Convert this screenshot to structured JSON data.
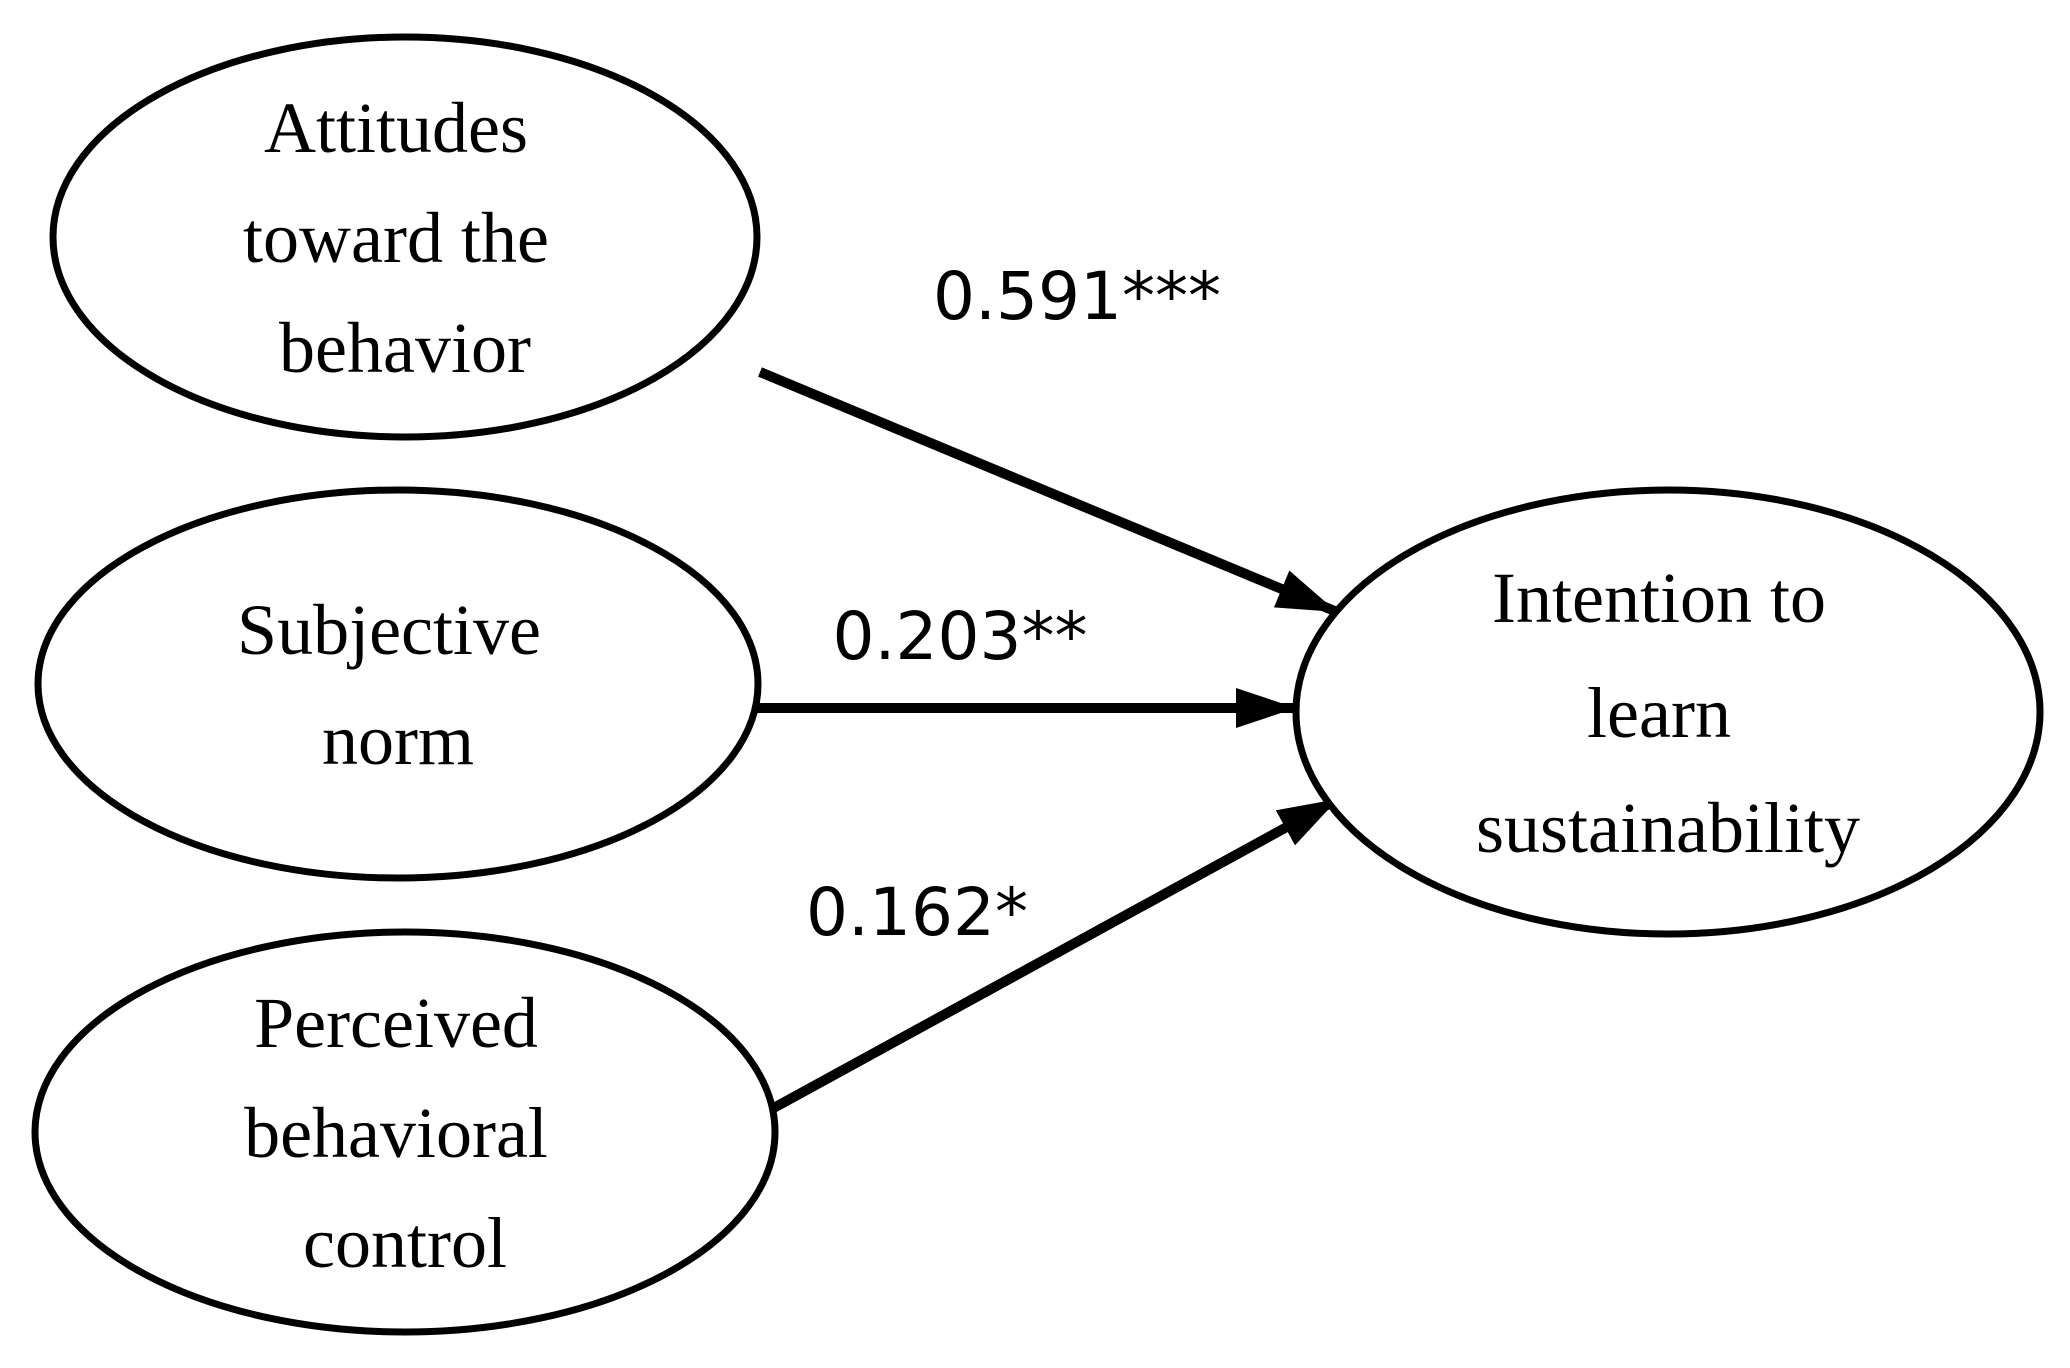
{
  "diagram": {
    "type": "structural-path-model",
    "background_color": "#ffffff",
    "line_color": "#000000",
    "text_color": "#000000",
    "nodes": [
      {
        "id": "attitudes",
        "label": "Attitudes toward the behavior",
        "lines": [
          "Attitudes",
          "toward the",
          "behavior"
        ],
        "shape": "ellipse",
        "role": "predictor"
      },
      {
        "id": "subjective-norm",
        "label": "Subjective norm",
        "lines": [
          "Subjective",
          "norm"
        ],
        "shape": "ellipse",
        "role": "predictor"
      },
      {
        "id": "perceived-behavioral-control",
        "label": "Perceived behavioral control",
        "lines": [
          "Perceived",
          "behavioral",
          "control"
        ],
        "shape": "ellipse",
        "role": "predictor"
      },
      {
        "id": "intention",
        "label": "Intention to learn sustainability",
        "lines": [
          "Intention to",
          "learn",
          "sustainability"
        ],
        "shape": "ellipse",
        "role": "outcome"
      }
    ],
    "edges": [
      {
        "from": "attitudes",
        "to": "intention",
        "coefficient": "0.591***"
      },
      {
        "from": "subjective-norm",
        "to": "intention",
        "coefficient": "0.203**"
      },
      {
        "from": "perceived-behavioral-control",
        "to": "intention",
        "coefficient": "0.162*"
      }
    ]
  }
}
